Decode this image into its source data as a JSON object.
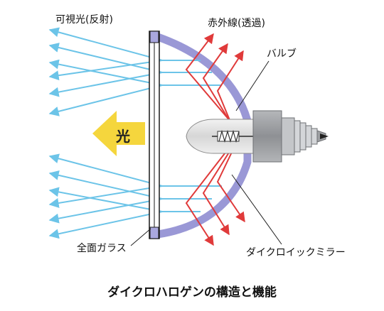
{
  "labels": {
    "visible_light": "可視光(反射)",
    "infrared": "赤外線(透過)",
    "bulb": "バルブ",
    "light_arrow": "光",
    "front_glass": "全面ガラス",
    "dichroic_mirror": "ダイクロイックミラー"
  },
  "caption": "ダイクロハロゲンの構造と機能",
  "colors": {
    "visible_ray": "#6cc4e8",
    "infrared_ray": "#e03a3a",
    "mirror": "#9a98d6",
    "glass_frame": "#a9a7de",
    "light_arrow": "#f5d63d",
    "bulb_base": "#9ea0a3"
  }
}
